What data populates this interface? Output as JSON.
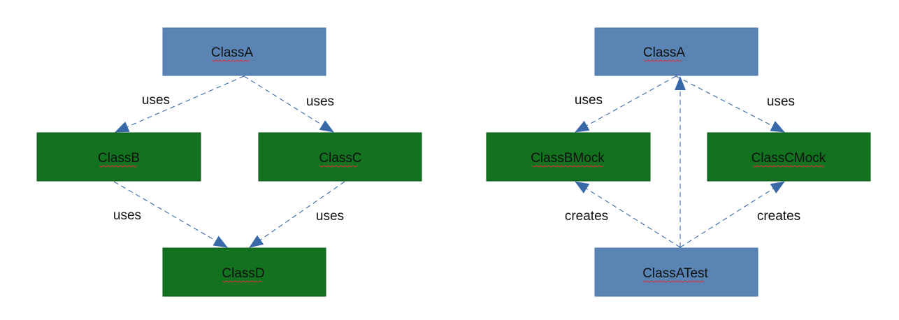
{
  "colors": {
    "class_blue": "#5a84b4",
    "class_green": "#13721f",
    "edge": "#3868a8"
  },
  "left_diagram": {
    "nodes": {
      "class_a": "ClassA",
      "class_b": "ClassB",
      "class_c": "ClassC",
      "class_d": "ClassD"
    },
    "edges": {
      "a_to_b": "uses",
      "a_to_c": "uses",
      "b_to_d": "uses",
      "c_to_d": "uses"
    }
  },
  "right_diagram": {
    "nodes": {
      "class_a": "ClassA",
      "class_b_mock": "ClassBMock",
      "class_c_mock": "ClassCMock",
      "class_a_test": "ClassATest"
    },
    "edges": {
      "a_to_b_mock": "uses",
      "a_to_c_mock": "uses",
      "test_to_b_mock": "creates",
      "test_to_c_mock": "creates"
    }
  }
}
